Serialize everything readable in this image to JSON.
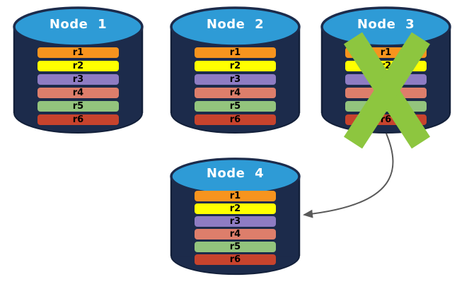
{
  "diagram": {
    "colors": {
      "background": "#FFFFFF",
      "cylinder_body": "#1C2B4B",
      "cylinder_body_edge": "#13203A",
      "cylinder_top": "#2E9BD6",
      "node_label_text": "#FFFFFF",
      "row_label_text": "#000000",
      "x_mark": "#8DC63F",
      "arrow": "#595959"
    },
    "nodes": [
      {
        "id": "node-1",
        "label": "Node 1",
        "crossed_out": false,
        "rows": [
          {
            "label": "r1",
            "color": "#F7941E"
          },
          {
            "label": "r2",
            "color": "#FFFF00"
          },
          {
            "label": "r3",
            "color": "#8E7CC3"
          },
          {
            "label": "r4",
            "color": "#DD7E6B"
          },
          {
            "label": "r5",
            "color": "#93C47D"
          },
          {
            "label": "r6",
            "color": "#C7432D"
          }
        ]
      },
      {
        "id": "node-2",
        "label": "Node 2",
        "crossed_out": false,
        "rows": [
          {
            "label": "r1",
            "color": "#F7941E"
          },
          {
            "label": "r2",
            "color": "#FFFF00"
          },
          {
            "label": "r3",
            "color": "#8E7CC3"
          },
          {
            "label": "r4",
            "color": "#DD7E6B"
          },
          {
            "label": "r5",
            "color": "#93C47D"
          },
          {
            "label": "r6",
            "color": "#C7432D"
          }
        ]
      },
      {
        "id": "node-3",
        "label": "Node 3",
        "crossed_out": true,
        "rows": [
          {
            "label": "r1",
            "color": "#F7941E"
          },
          {
            "label": "r2",
            "color": "#FFFF00"
          },
          {
            "label": "r3",
            "color": "#8E7CC3"
          },
          {
            "label": "r4",
            "color": "#DD7E6B"
          },
          {
            "label": "r5",
            "color": "#93C47D"
          },
          {
            "label": "r6",
            "color": "#C7432D"
          }
        ]
      },
      {
        "id": "node-4",
        "label": "Node 4",
        "crossed_out": false,
        "rows": [
          {
            "label": "r1",
            "color": "#F7941E"
          },
          {
            "label": "r2",
            "color": "#FFFF00"
          },
          {
            "label": "r3",
            "color": "#8E7CC3"
          },
          {
            "label": "r4",
            "color": "#DD7E6B"
          },
          {
            "label": "r5",
            "color": "#93C47D"
          },
          {
            "label": "r6",
            "color": "#C7432D"
          }
        ]
      }
    ],
    "arrow": {
      "from": "node-3",
      "to": "node-4"
    }
  }
}
